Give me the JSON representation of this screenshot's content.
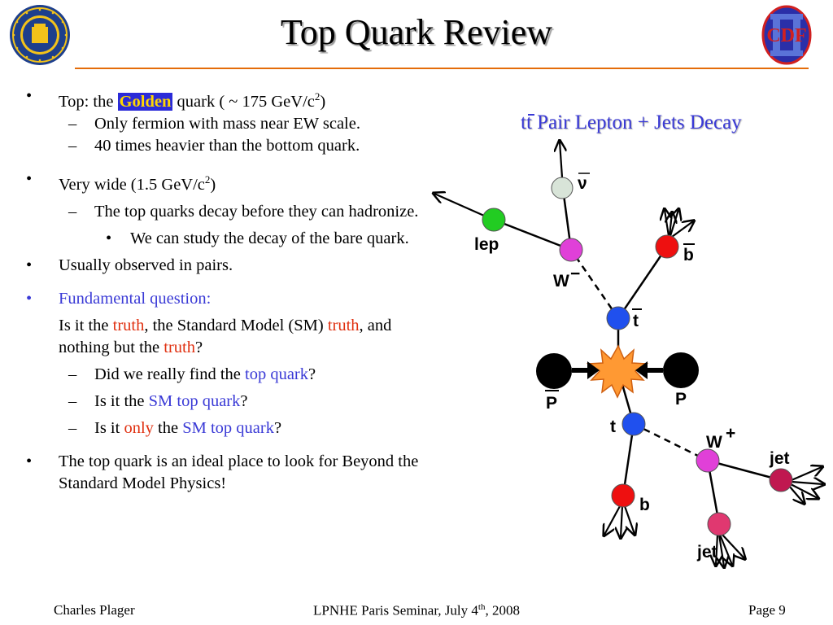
{
  "title": "Top Quark Review",
  "diagram_title": "tt Pair Lepton + Jets Decay",
  "bullets": {
    "b1": {
      "pre": "Top: the ",
      "golden": "Golden",
      "post": " quark ( ~ 175 GeV/c",
      "sup": "2",
      "close": ")"
    },
    "b1_sub1": "Only fermion with mass near EW scale.",
    "b1_sub2": "40 times heavier than the bottom quark.",
    "b2": {
      "pre": "Very wide (1.5 GeV/c",
      "sup": "2",
      "close": ")"
    },
    "b2_sub1": "The top quarks decay before they can hadronize.",
    "b2_subsub1": "We can study the decay of the bare quark.",
    "b3": "Usually observed in pairs.",
    "b4": "Fundamental question:",
    "b4_cont": {
      "p1": "Is it the ",
      "w1": "truth",
      "p2": ", the Standard Model (SM) ",
      "w2": "truth",
      "p3": ", and nothing but the ",
      "w3": "truth",
      "p4": "?"
    },
    "q1": {
      "p1": "Did we really find the ",
      "w1": "top quark",
      "p2": "?"
    },
    "q2": {
      "p1": "Is it the ",
      "w1": "SM top quark",
      "p2": "?"
    },
    "q3": {
      "p1": "Is it ",
      "w1": "only",
      "p2": " the ",
      "w2": "SM top quark",
      "p3": "?"
    },
    "b5": "The top quark is an ideal place to look for Beyond the Standard Model Physics!"
  },
  "diagram_labels": {
    "nu": "ν",
    "lep": "lep",
    "w_minus": "W",
    "minus": "−",
    "b_bar": "b",
    "t_bar": "t",
    "p_bar": "P",
    "p": "P",
    "t": "t",
    "w_plus": "W",
    "plus": "+",
    "jet1": "jet",
    "b": "b",
    "jet2": "jet"
  },
  "logos": {
    "left": "UC seal logo",
    "right_text": "CDF"
  },
  "footer": {
    "author": "Charles Plager",
    "event": "LPNHE Paris Seminar, July 4",
    "event_sup": "th",
    "event_year": ", 2008",
    "page": "Page 9"
  },
  "colors": {
    "accent_line": "#e46c0a",
    "highlight_bg": "#2b2bd8",
    "highlight_text": "#ffd700",
    "blue_text": "#3a3ad6",
    "red_text": "#e03010",
    "lepton": "#22cc22",
    "neutrino": "#d8e4d8",
    "w_boson": "#e040d8",
    "b_quark": "#ee1010",
    "top_quark": "#2050ee",
    "proton": "#000000",
    "collision": "#ff9933",
    "jet": "#e03870",
    "jet_dark": "#c01850"
  }
}
